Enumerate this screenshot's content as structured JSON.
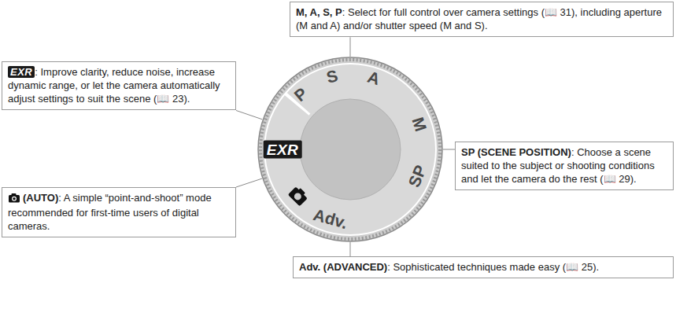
{
  "diagram": {
    "nodes": [
      {
        "text": [
          "M, A, S, P",
          ": Select for full control over camera settings (📖 31), including aperture (M and A) and/or shutter speed (M and S)."
        ]
      },
      {
        "text": [
          "EXR",
          ": Improve clarity, reduce noise, increase dynamic range, or let the camera automatically adjust settings to suit the scene (📖 23)."
        ]
      },
      {
        "text": [
          "P",
          "S",
          "A",
          "M",
          "SP",
          "Adv.",
          "EXR"
        ]
      },
      {
        "text": [
          "SP (SCENE POSITION)",
          ": Choose a scene suited to the subject or shooting conditions and let the camera do the rest (📖 29)."
        ]
      },
      {
        "text": [
          "(AUTO)",
          ": A simple “point-and-shoot” mode recommended for first-time users of digital cameras."
        ]
      },
      {
        "text": [
          "Adv. (ADVANCED)",
          ": Sophisticated techniques made easy (📖 25)."
        ]
      }
    ],
    "edges": [
      {
        "from": 0,
        "to": 2,
        "arrow": "none"
      },
      {
        "from": 1,
        "to": 2,
        "arrow": "none"
      },
      {
        "from": 3,
        "to": 2,
        "arrow": "none"
      },
      {
        "from": 4,
        "to": 2,
        "arrow": "none"
      },
      {
        "from": 5,
        "to": 2,
        "arrow": "none"
      }
    ]
  }
}
